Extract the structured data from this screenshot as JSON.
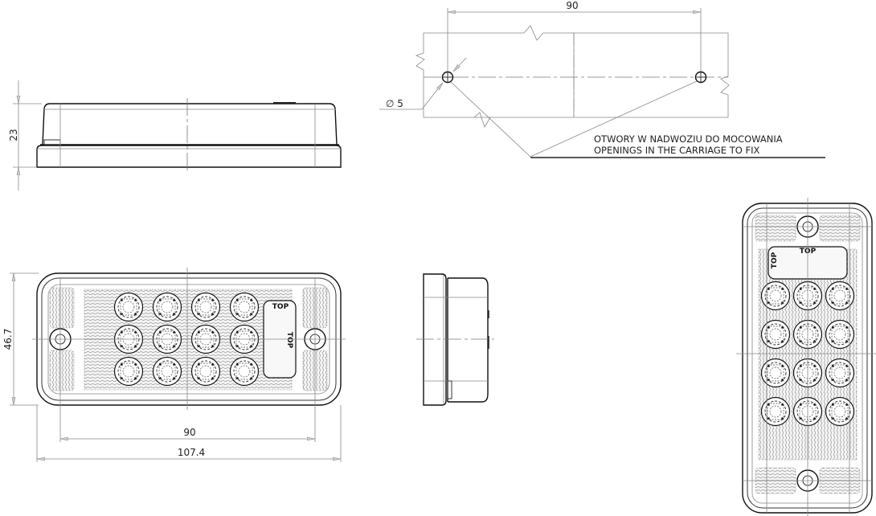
{
  "drawing": {
    "type": "technical drawing - LED lamp",
    "views": {
      "side_view": {
        "height_dimension": "23"
      },
      "mounting_holes_view": {
        "hole_spacing_dimension": "90",
        "hole_diameter_dimension": "∅ 5",
        "note_line1": "OTWORY W NADWOZIU DO MOCOWANIA",
        "note_line2": "OPENINGS IN THE CARRIAGE TO FIX"
      },
      "front_view_horizontal": {
        "height_dimension": "46.7",
        "hole_spacing_dimension": "90",
        "overall_width_dimension": "107.4",
        "top_label_horizontal": "TOP",
        "top_label_vertical": "TOP",
        "led_rows": 3,
        "led_cols": 4
      },
      "end_view": {},
      "front_view_vertical": {
        "top_label_horizontal": "TOP",
        "top_label_vertical": "TOP",
        "led_rows": 4,
        "led_cols": 3
      }
    }
  }
}
